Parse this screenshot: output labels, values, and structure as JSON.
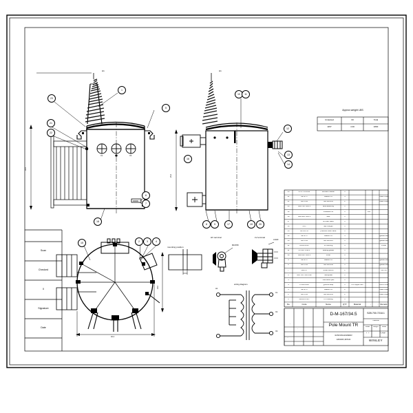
{
  "drawing": {
    "title_main": "D-M-167/34.5",
    "title_sub": "Pole Mount TR",
    "spec_line1": "34.5KV/6Grd//19900V",
    "spec_line2": "120/240V,167kVA",
    "drawing_number": "S2B.700.7218.1",
    "company": "WINLEY"
  },
  "weight_table": {
    "caption": "Approx.weight LBS",
    "headers": [
      "Untanked",
      "Oil",
      "Total"
    ],
    "values": [
      "1157",
      "4.30",
      "1830"
    ]
  },
  "title_block_small": {
    "row_labels": [
      "Design",
      "Drawn",
      "Checked",
      "Approved"
    ],
    "col_labels": [
      "signature",
      "date"
    ],
    "fields": [
      "material",
      "scale",
      "weight",
      "sheet"
    ],
    "scale_value": "1 : 1",
    "sheet_value": "1 page"
  },
  "left_column": {
    "items": [
      "Scan",
      "Checked",
      "0",
      "Signature",
      "Date"
    ]
  },
  "views": {
    "front_label": "H1",
    "side_label": "H1",
    "lv_bushings": [
      "X1",
      "X2",
      "X3"
    ],
    "dim_height_front": "33.5",
    "dim_height_side": "23.2",
    "dim_width_plan": "40.4",
    "dim_plan_v": "23.0"
  },
  "detail_labels": {
    "mounting_position": "mounting position",
    "hv_terminal": "HV terminal",
    "lv_terminal": "LV terminal",
    "wiring_diagram": "wiring diagram",
    "hv_thread": "M16X50",
    "lv_thread": "4-M20"
  },
  "wiring": {
    "primary": "H1",
    "secondary": [
      "X1",
      "X2",
      "X3"
    ]
  },
  "bom": {
    "headers": [
      "No.",
      "Code",
      "Name",
      "QTY",
      "Material",
      "Unit weight",
      "Total weight",
      "Remark"
    ],
    "rows": [
      {
        "no": "23",
        "code": "GT.4.73.25012",
        "name": "arrester bracket",
        "qty": "1",
        "material": "",
        "uw": "",
        "tw": "",
        "remark": ""
      },
      {
        "no": "22",
        "code": "GB 97.2",
        "name": "washer 12",
        "qty": "4",
        "material": "",
        "uw": "",
        "tw": "",
        "remark": "black oxided"
      },
      {
        "no": "21",
        "code": "GB 5783",
        "name": "bolt M12x35",
        "qty": "2",
        "material": "",
        "uw": "",
        "tw": "",
        "remark": "black oxided"
      },
      {
        "no": "20",
        "code": "S2B.760.7218.1",
        "name": "tank assembly",
        "qty": "1",
        "material": "",
        "uw": "",
        "tw": "",
        "remark": ""
      },
      {
        "no": "19",
        "code": "",
        "name": "insulation oil",
        "qty": "1",
        "material": "",
        "uw": "195",
        "tw": "",
        "remark": ""
      },
      {
        "no": "18",
        "code": "S2B.184.7218.1",
        "name": "tank",
        "qty": "1",
        "material": "",
        "uw": "",
        "tw": "",
        "remark": ""
      },
      {
        "no": "17",
        "code": "",
        "name": "oil drain valve",
        "qty": "1",
        "material": "",
        "uw": "",
        "tw": "",
        "remark": ""
      },
      {
        "no": "16",
        "code": "KCJ",
        "name": "tap changer",
        "qty": "1",
        "material": "",
        "uw": "",
        "tw": "",
        "remark": ""
      },
      {
        "no": "15",
        "code": "GL-1/4-7B",
        "name": "pressure relief valve",
        "qty": "1",
        "material": "",
        "uw": "",
        "tw": "",
        "remark": ""
      },
      {
        "no": "14",
        "code": "GB 97.2",
        "name": "washer 12",
        "qty": "5",
        "material": "",
        "uw": "",
        "tw": "",
        "remark": "galvanized"
      },
      {
        "no": "13",
        "code": "GB 5783",
        "name": "bolt M12x25",
        "qty": "1",
        "material": "",
        "uw": "",
        "tw": "",
        "remark": "galvanized"
      },
      {
        "no": "12",
        "code": "ANSI-1/315",
        "name": "LV bushing",
        "qty": "3",
        "material": "",
        "uw": "",
        "tw": "",
        "remark": "4-hole"
      },
      {
        "no": "11",
        "code": "GT.310.7218.1",
        "name": "sealing gasket",
        "qty": "1",
        "material": "",
        "uw": "",
        "tw": "",
        "remark": ""
      },
      {
        "no": "10",
        "code": "S2B.312.7218.1",
        "name": "cover",
        "qty": "1",
        "material": "",
        "uw": "",
        "tw": "",
        "remark": ""
      },
      {
        "no": "9",
        "code": "GB 97.2",
        "name": "washer 12",
        "qty": "2",
        "material": "",
        "uw": "",
        "tw": "",
        "remark": "galvanized"
      },
      {
        "no": "8",
        "code": "GB 5783",
        "name": "bolt M12x30",
        "qty": "1",
        "material": "",
        "uw": "",
        "tw": "",
        "remark": "galvanized"
      },
      {
        "no": "7",
        "code": "GB/T67",
        "name": "screw M4x16",
        "qty": "2",
        "material": "",
        "uw": "",
        "tw": "",
        "remark": "316 SS"
      },
      {
        "no": "6",
        "code": "S2B.700.7218.1MP",
        "name": "nameplate",
        "qty": "1",
        "material": "",
        "uw": "",
        "tw": "",
        "remark": ""
      },
      {
        "no": "5",
        "code": "",
        "name": "hold down pan",
        "qty": "1",
        "material": "",
        "uw": "",
        "tw": "",
        "remark": ""
      },
      {
        "no": "4",
        "code": "L=100.0x30",
        "name": "ground strap",
        "qty": "1",
        "material": "0.3 copper belt",
        "uw": "",
        "tw": "",
        "remark": "ANSI TANK"
      },
      {
        "no": "3",
        "code": "GB 97.2",
        "name": "washer 12",
        "qty": "2",
        "material": "",
        "uw": "",
        "tw": "",
        "remark": "black oxided"
      },
      {
        "no": "2",
        "code": "GB 5783",
        "name": "bolt M12x35",
        "qty": "2",
        "material": "",
        "uw": "",
        "tw": "",
        "remark": "black oxided"
      },
      {
        "no": "1",
        "code": "ANSI-27FSH",
        "name": "HV bushing",
        "qty": "1",
        "material": "",
        "uw": "",
        "tw": "",
        "remark": ""
      }
    ]
  },
  "balloons": {
    "front": [
      "1",
      "5",
      "6",
      "7",
      "18",
      "21",
      "22",
      "23"
    ],
    "side": [
      "10",
      "11",
      "12",
      "13",
      "14",
      "8",
      "9",
      "17",
      "19",
      "20",
      "16"
    ],
    "plan": [
      "15",
      "2",
      "3",
      "4"
    ],
    "details": [
      "2",
      "3",
      "4"
    ]
  }
}
